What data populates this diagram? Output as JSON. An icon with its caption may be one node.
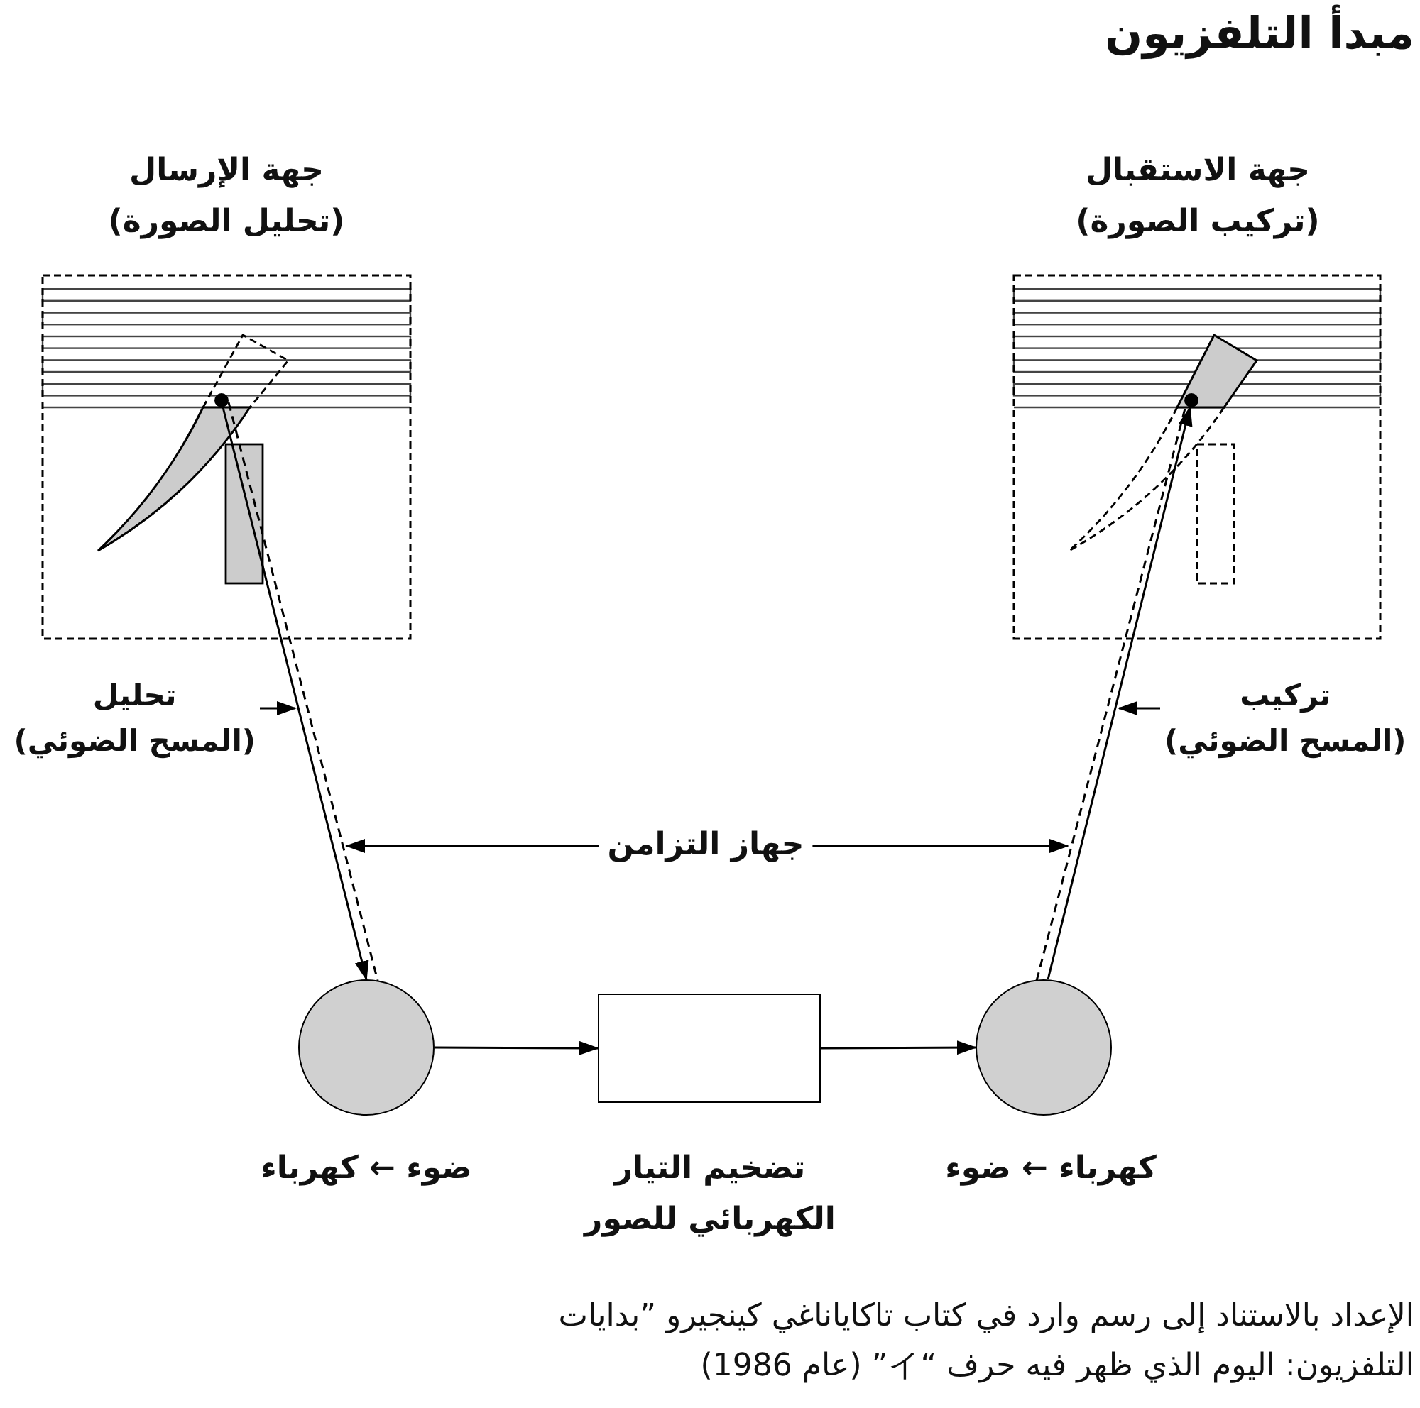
{
  "diagram": {
    "title": "مبدأ التلفزيون",
    "caption": "الإعداد بالاستناد إلى رسم وارد في كتاب تاكاياناغي كينجيرو ”بدايات التلفزيون: اليوم الذي ظهر فيه حرف “イ” (عام 1986)",
    "nodes": [
      {
        "text": [
          "جهة الإرسال",
          "(تحليل الصورة)"
        ]
      },
      {
        "text": [],
        "shape": "circle",
        "in": 0
      },
      {
        "text": [
          "جهة الاستقبال",
          "(تركيب الصورة)"
        ]
      },
      {
        "text": [],
        "shape": "circle",
        "in": 2
      },
      {
        "text": [
          "تحليل",
          "(المسح الضوئي)"
        ]
      },
      {
        "text": [
          "تركيب",
          "(المسح الضوئي)"
        ]
      },
      {
        "text": [
          "جهاز التزامن"
        ]
      },
      {
        "text": [],
        "shape": "circle",
        "beside": [
          "ضوء ← كهرباء"
        ]
      },
      {
        "text": [],
        "shape": "box",
        "beside": [
          "تضخيم التيار الكهربائي للصور"
        ]
      },
      {
        "text": [],
        "shape": "circle",
        "beside": [
          "كهرباء ← ضوء"
        ]
      }
    ],
    "edges": [
      {
        "from": 1,
        "to": 7,
        "arrow": "to"
      },
      {
        "from": 1,
        "to": 7,
        "arrow": "none",
        "style": "dashed"
      },
      {
        "from": 9,
        "to": 3,
        "arrow": "to"
      },
      {
        "from": 9,
        "to": 3,
        "arrow": "none",
        "style": "dashed"
      },
      {
        "from": 7,
        "to": 8,
        "arrow": "to"
      },
      {
        "from": 8,
        "to": 9,
        "arrow": "to"
      },
      {
        "from": 4,
        "to": null,
        "arrow": "to"
      },
      {
        "from": 5,
        "to": null,
        "arrow": "to"
      },
      {
        "from": 6,
        "to": null,
        "arrow": "to"
      },
      {
        "from": 6,
        "to": null,
        "arrow": "to"
      }
    ]
  }
}
